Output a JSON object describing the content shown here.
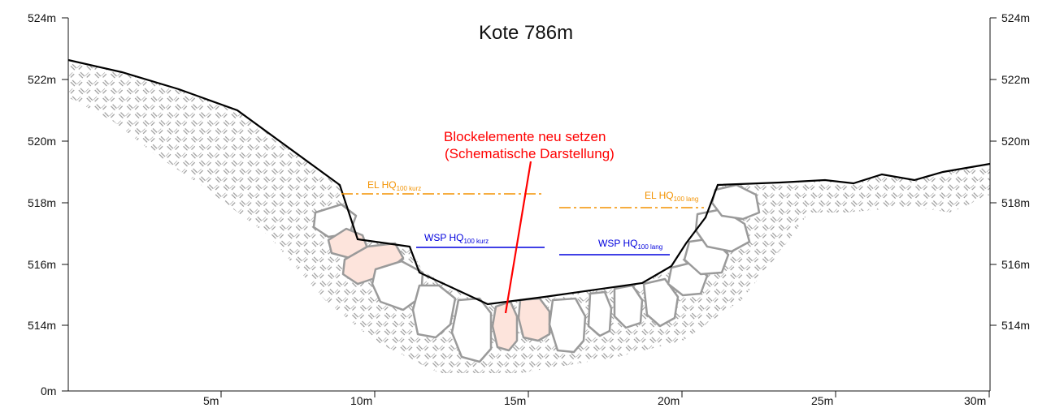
{
  "title": "Kote 786m",
  "y_axis_labels": [
    "524m",
    "522m",
    "520m",
    "518m",
    "516m",
    "514m",
    "0m"
  ],
  "x_axis_labels": [
    "5m",
    "10m",
    "15m",
    "20m",
    "25m",
    "30m"
  ],
  "annotation": {
    "line1": "Blockelemente neu setzen",
    "line2": "(Schematische Darstellung)",
    "color": "#ff0000"
  },
  "levels": {
    "el_kurz": {
      "main": "EL HQ",
      "sub": "100 kurz",
      "color": "#f39200"
    },
    "el_lang": {
      "main": "EL HQ",
      "sub": "100 lang",
      "color": "#f39200"
    },
    "wsp_kurz": {
      "main": "WSP HQ",
      "sub": "100 kurz",
      "color": "#0000dd"
    },
    "wsp_lang": {
      "main": "WSP HQ",
      "sub": "100 lang",
      "color": "#0000dd"
    }
  },
  "colors": {
    "terrain_line": "#000000",
    "hatch": "#9a9a9a",
    "block_fill": "#ffffff",
    "block_stroke": "#9a9a9a",
    "block_highlight": "#fde4dc"
  }
}
